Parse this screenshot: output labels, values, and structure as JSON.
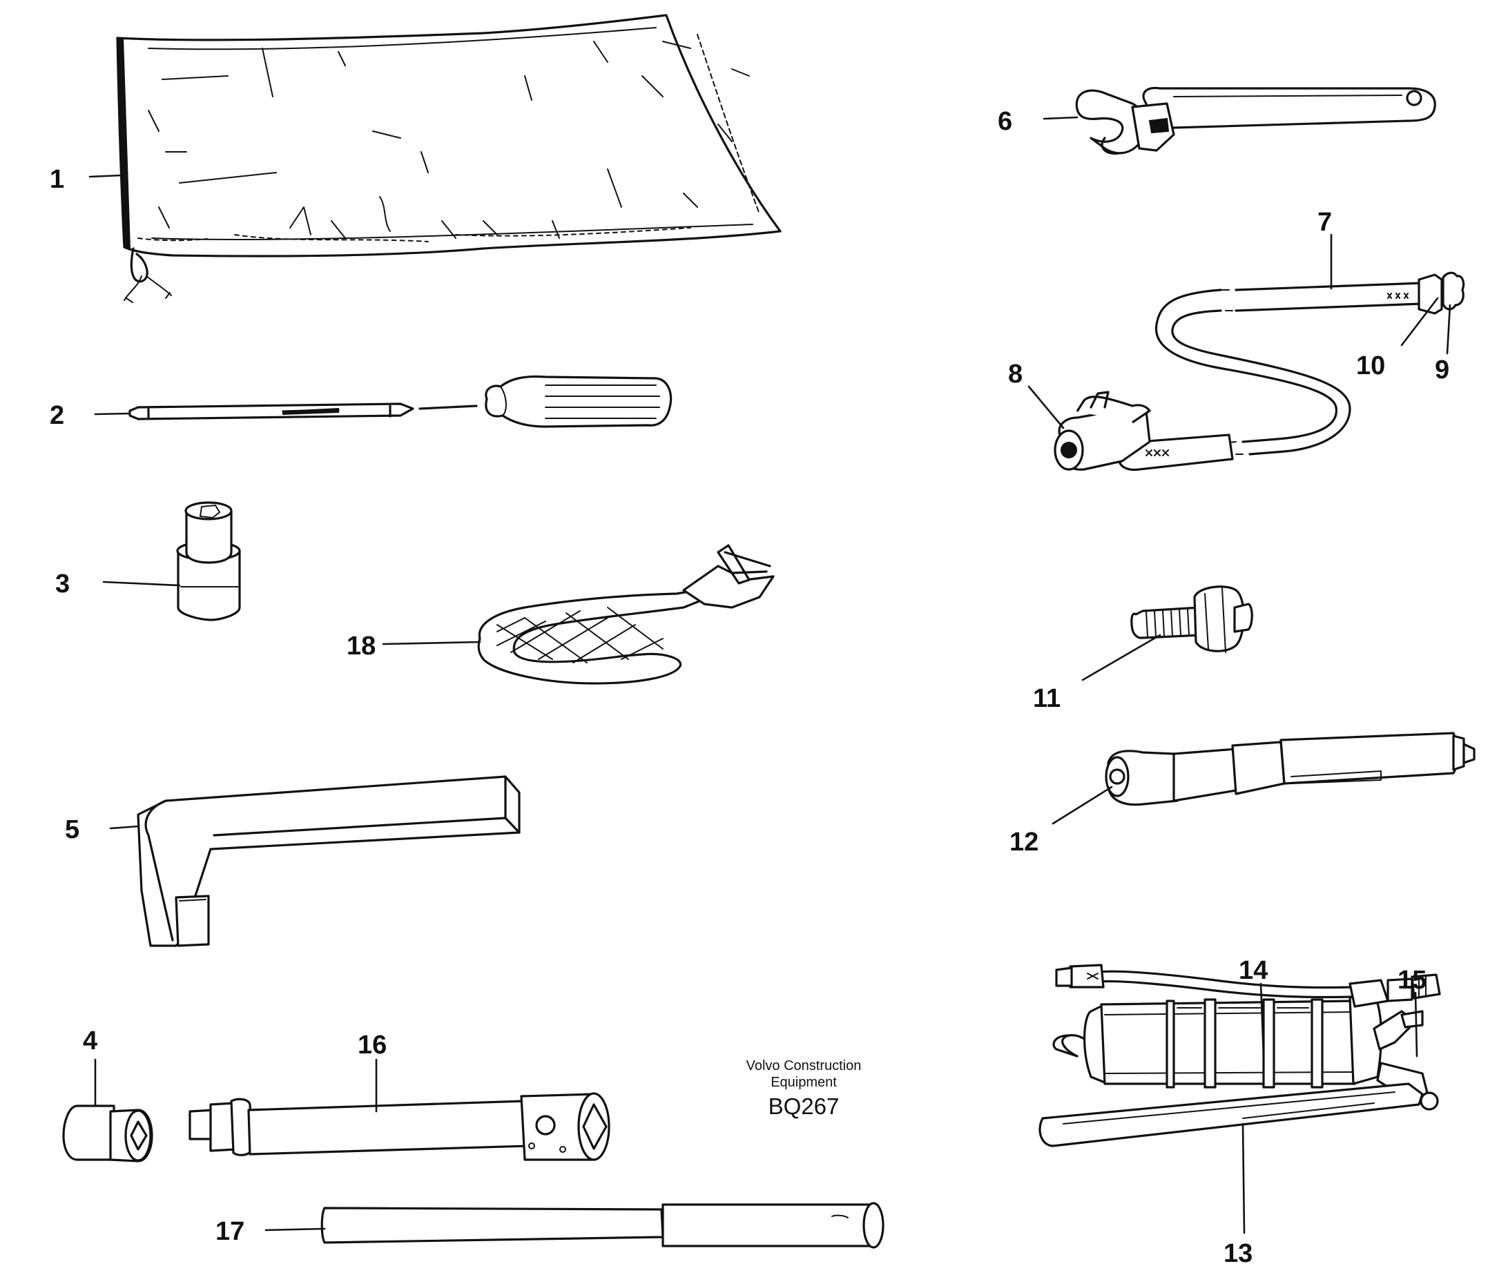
{
  "figure": {
    "credit_line_1": "Volvo Construction",
    "credit_line_2": "Equipment",
    "figure_code": "BQ267"
  },
  "callouts": {
    "c1": "1",
    "c2": "2",
    "c3": "3",
    "c4": "4",
    "c5": "5",
    "c6": "6",
    "c7": "7",
    "c8": "8",
    "c9": "9",
    "c10": "10",
    "c11": "11",
    "c12": "12",
    "c13": "13",
    "c14": "14",
    "c15": "15",
    "c16": "16",
    "c17": "17",
    "c18": "18"
  },
  "colors": {
    "ink": "#111111",
    "paper": "#ffffff"
  }
}
